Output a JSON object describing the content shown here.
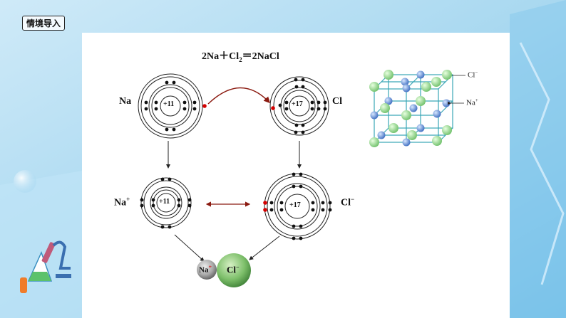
{
  "header": {
    "tag": "情境导入"
  },
  "equation": {
    "part1": "2Na＋Cl",
    "sub": "2",
    "part2": "＝2NaCl"
  },
  "atoms": {
    "na": {
      "label": "Na",
      "nucleus": "+11"
    },
    "cl": {
      "label": "Cl",
      "nucleus": "+17"
    },
    "na_ion": {
      "label": "Na",
      "charge": "+",
      "nucleus": "+11"
    },
    "cl_ion": {
      "label": "Cl",
      "charge": "−",
      "nucleus": "+17"
    }
  },
  "product": {
    "na": {
      "label": "Na",
      "charge": "+"
    },
    "cl": {
      "label": "Cl",
      "charge": "−"
    }
  },
  "crystal": {
    "cl_label": "Cl",
    "cl_charge": "−",
    "na_label": "Na",
    "na_charge": "+"
  },
  "colors": {
    "electron": "#111111",
    "transferred_electron": "#d40000",
    "transfer_arc": "#8b1a10",
    "cl_sphere": "#8fd08a",
    "na_sphere": "#4f7fd0",
    "lattice": "#3aa6b6"
  }
}
